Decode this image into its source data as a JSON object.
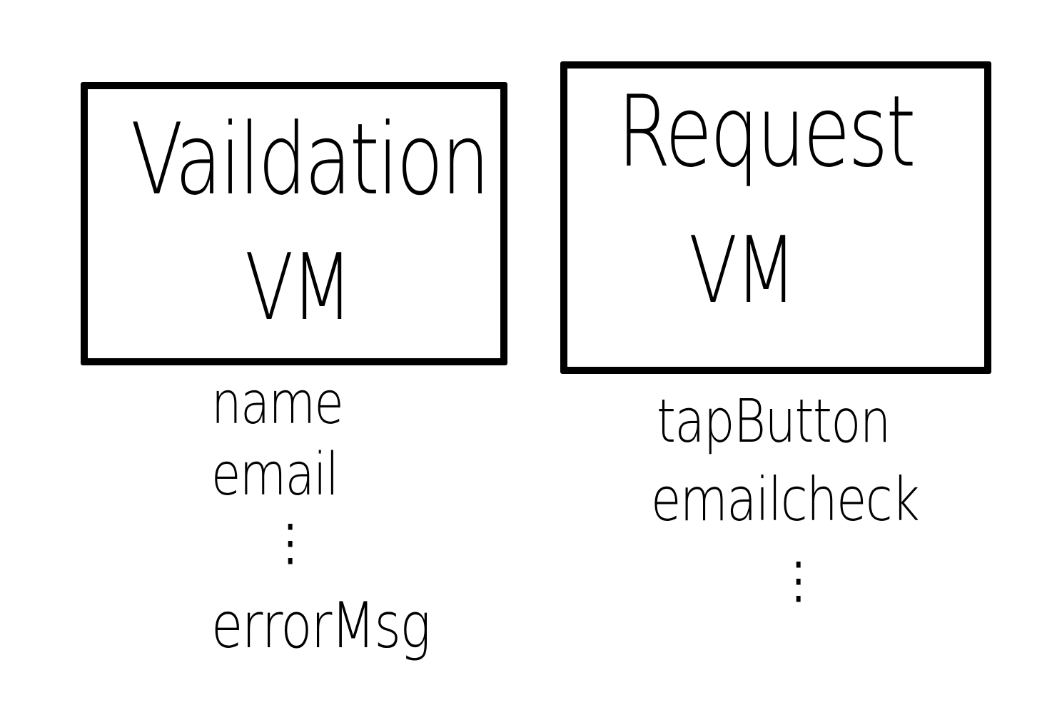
{
  "diagram": {
    "boxes": [
      {
        "title_line1": "Vaildation",
        "title_line2": "VM",
        "properties": [
          "name",
          "email",
          "⋮",
          "errorMsg"
        ]
      },
      {
        "title_line1": "Request",
        "title_line2": "VM",
        "properties": [
          "tapButton",
          "emailcheck",
          "⋮"
        ]
      }
    ],
    "colors": {
      "stroke": "#000000",
      "background": "#ffffff"
    }
  }
}
